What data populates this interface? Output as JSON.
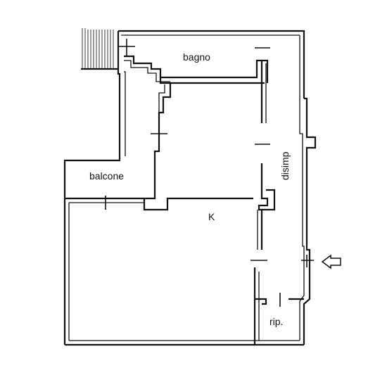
{
  "floor_plan": {
    "rooms": [
      {
        "id": "bagno",
        "label": "bagno"
      },
      {
        "id": "balcone",
        "label": "balcone"
      },
      {
        "id": "k",
        "label": "K"
      },
      {
        "id": "disimp",
        "label": "disimp"
      },
      {
        "id": "rip",
        "label": "rip."
      }
    ],
    "entrance_icon": "arrow-left-icon"
  }
}
